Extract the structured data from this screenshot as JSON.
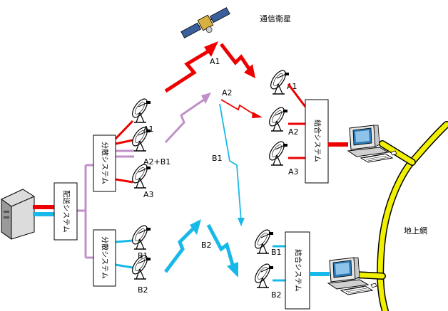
{
  "colors": {
    "red": "#ee0000",
    "cyan": "#18b8e8",
    "purple": "#c090c8",
    "yellow": "#f0f000",
    "black": "#000000"
  },
  "labels": {
    "satellite": "通信衛星",
    "ground_network": "地上網",
    "distribution_system": "配送システム",
    "dispersion_system": "分散システム",
    "combining_system": "結合システム",
    "a1": "A1",
    "a2": "A2",
    "a3": "A3",
    "a2b1": "A2+B1",
    "b1": "B1",
    "b2": "B2"
  },
  "icons": {
    "satellite": "satellite-icon",
    "dish": "satellite-dish-icon",
    "server": "server-icon",
    "computer": "computer-icon"
  }
}
